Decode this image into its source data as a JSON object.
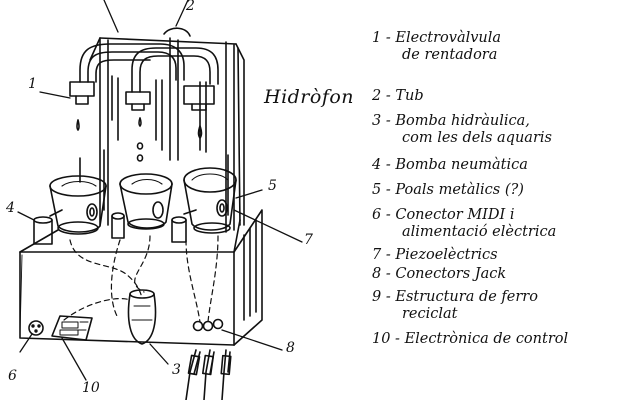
{
  "title": "Hidròfon",
  "legend": [
    {
      "num": "1",
      "lines": [
        "Electrovàlvula",
        "de rentadora"
      ]
    },
    {
      "num": "2",
      "lines": [
        "Tub"
      ]
    },
    {
      "num": "3",
      "lines": [
        "Bomba hidràulica,",
        "com les dels aquaris"
      ]
    },
    {
      "num": "4",
      "lines": [
        "Bomba neumàtica"
      ]
    },
    {
      "num": "5",
      "lines": [
        "Poals metàlics (?)"
      ]
    },
    {
      "num": "6",
      "lines": [
        "Conector MIDI i",
        "alimentació elèctrica"
      ]
    },
    {
      "num": "7",
      "lines": [
        "Piezoelèctrics"
      ]
    },
    {
      "num": "8",
      "lines": [
        "Conectors Jack"
      ]
    },
    {
      "num": "9",
      "lines": [
        "Estructura de ferro",
        "reciclat"
      ]
    },
    {
      "num": "10",
      "lines": [
        "Electrònica de control"
      ]
    }
  ],
  "callouts": {
    "c1": "1",
    "c2": "2",
    "c3": "3",
    "c4": "4",
    "c5": "5",
    "c6": "6",
    "c7": "7",
    "c8": "8",
    "c10": "10"
  },
  "colors": {
    "ink": "#111111",
    "paper": "#ffffff"
  }
}
